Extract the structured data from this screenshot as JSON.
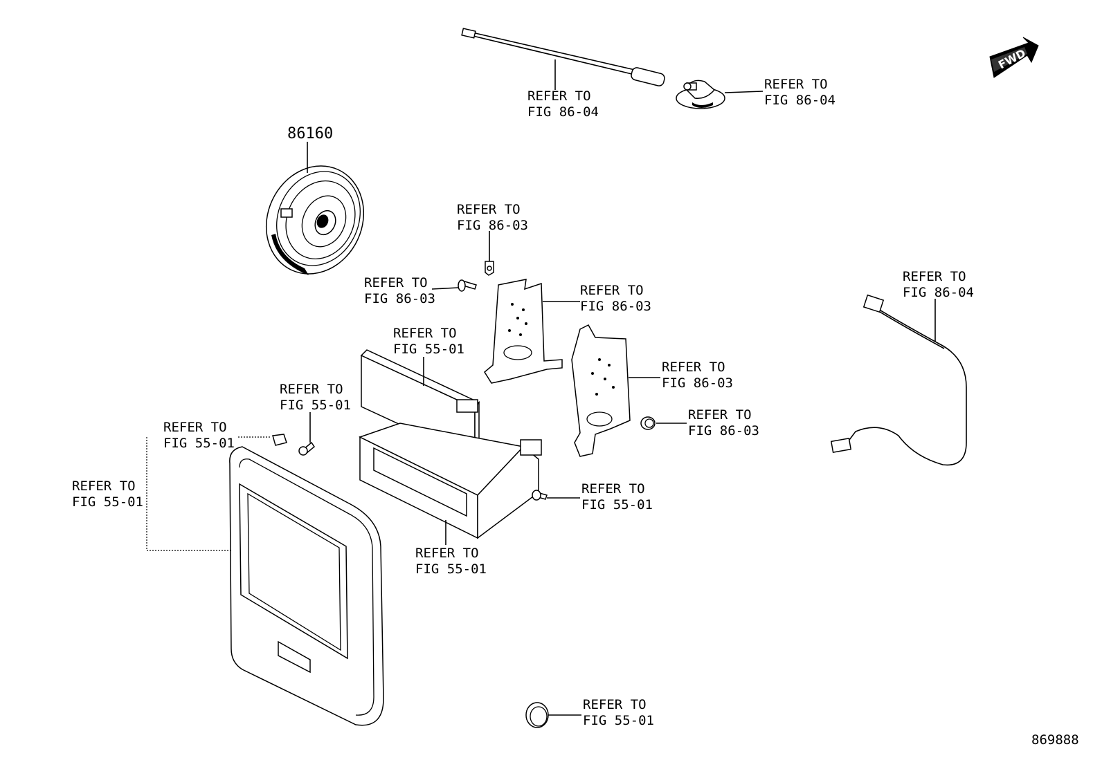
{
  "part_number_label": "86160",
  "diagram_id": "869888",
  "fwd_label": "FWD",
  "callouts": [
    {
      "id": "antenna-rod",
      "line1": "REFER TO",
      "line2": "FIG 86-04"
    },
    {
      "id": "antenna-base",
      "line1": "REFER TO",
      "line2": "FIG 86-04"
    },
    {
      "id": "clip-top",
      "line1": "REFER TO",
      "line2": "FIG 86-03"
    },
    {
      "id": "screw-left",
      "line1": "REFER TO",
      "line2": "FIG 86-03"
    },
    {
      "id": "bracket-left",
      "line1": "REFER TO",
      "line2": "FIG 86-03"
    },
    {
      "id": "bracket-right",
      "line1": "REFER TO",
      "line2": "FIG 86-03"
    },
    {
      "id": "nut-right",
      "line1": "REFER TO",
      "line2": "FIG 86-03"
    },
    {
      "id": "cable",
      "line1": "REFER TO",
      "line2": "FIG 86-04"
    },
    {
      "id": "faceplate",
      "line1": "REFER TO",
      "line2": "FIG 55-01"
    },
    {
      "id": "screw-bezel",
      "line1": "REFER TO",
      "line2": "FIG 55-01"
    },
    {
      "id": "clip-bezel",
      "line1": "REFER TO",
      "line2": "FIG 55-01"
    },
    {
      "id": "bezel",
      "line1": "REFER TO",
      "line2": "FIG 55-01"
    },
    {
      "id": "screw-box",
      "line1": "REFER TO",
      "line2": "FIG 55-01"
    },
    {
      "id": "box",
      "line1": "REFER TO",
      "line2": "FIG 55-01"
    },
    {
      "id": "cap",
      "line1": "REFER TO",
      "line2": "FIG 55-01"
    }
  ]
}
